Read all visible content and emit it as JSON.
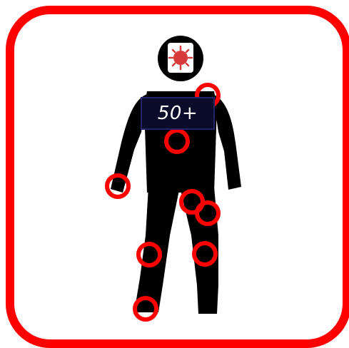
{
  "icon": {
    "frame_color": "#ff0000",
    "figure_color": "#000000",
    "marker_color": "#ff0000",
    "head_icon": "virus-icon",
    "head_icon_color": "#d63a3a"
  },
  "age_badge": {
    "text": "50+"
  },
  "markers": [
    "upper-chest-marker",
    "chest-marker",
    "hand-marker",
    "hip-left-marker",
    "hip-right-marker",
    "left-knee-marker",
    "right-knee-marker",
    "foot-marker"
  ]
}
